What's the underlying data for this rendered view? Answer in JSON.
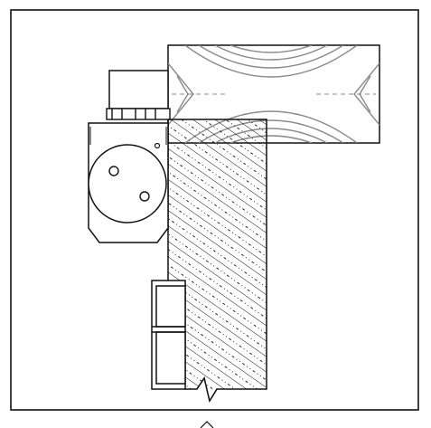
{
  "figure": {
    "kind": "technical cross-section detail",
    "text_labels": [],
    "icons": [
      "frame-border",
      "wood-beam",
      "mounting-block",
      "bolt-nuts",
      "motor-housing",
      "hatched-wall",
      "door-panel",
      "break-symbol",
      "direction-arrow-icon"
    ]
  },
  "colors": {
    "line": "#111111",
    "wood_grain": "#8a8a8a",
    "background": "#ffffff"
  }
}
